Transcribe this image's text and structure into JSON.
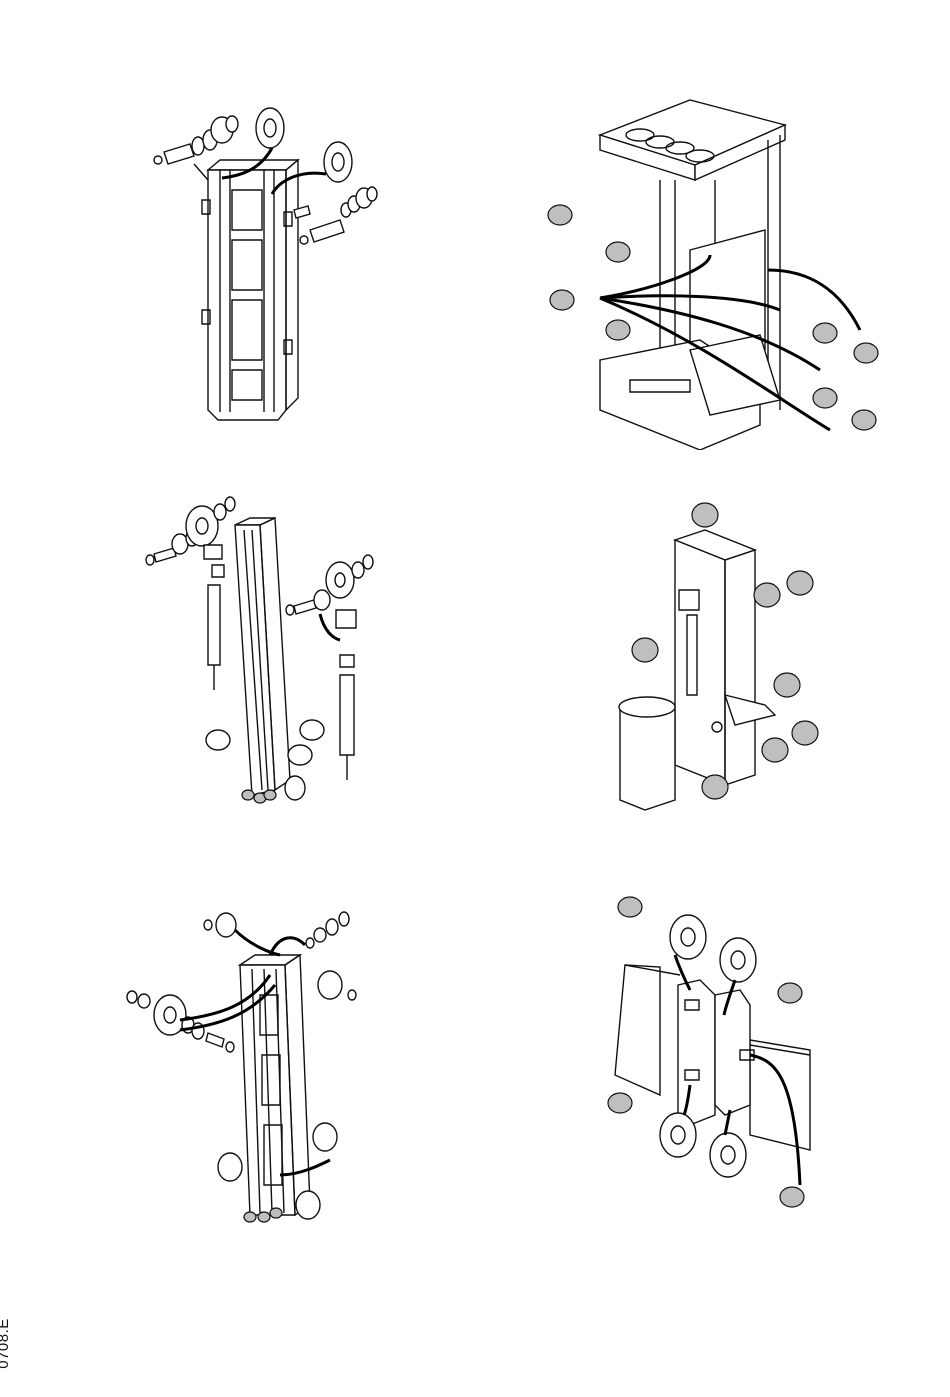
{
  "page": {
    "document_code": "0708.E"
  },
  "figures": [
    {
      "id": "mast-outer-channel-exploded",
      "icon": "mast-channel-illustration"
    },
    {
      "id": "frame-chassis-grease-points",
      "icon": "chassis-illustration"
    },
    {
      "id": "mast-inner-channel-cylinders",
      "icon": "mast-cylinder-illustration"
    },
    {
      "id": "fork-carriage-grease-points",
      "icon": "carriage-illustration"
    },
    {
      "id": "mast-rollers-exploded",
      "icon": "mast-roller-illustration"
    },
    {
      "id": "chain-carriage-rollers",
      "icon": "chain-roller-illustration"
    }
  ]
}
